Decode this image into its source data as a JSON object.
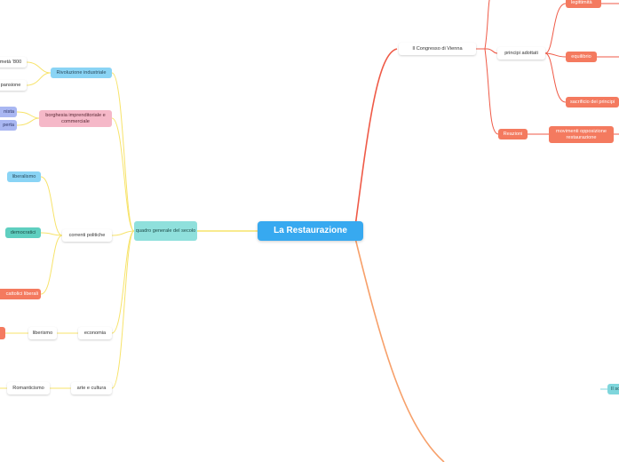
{
  "root": "La Restaurazione",
  "right": {
    "congress": "Il Congresso di Vienna",
    "principles": "principi adottati",
    "legitimacy": "legittimità",
    "balance": "equilibrio",
    "sacrifice": "sacrificio dei principi",
    "reactions": "Reazioni",
    "opposition": "movimenti opposizione restaurazione",
    "edge_label": "Il so"
  },
  "left": {
    "overview": "quadro generale del secolo",
    "industrial": "Rivoluzione industriale",
    "half1900": "metà '800",
    "expansion": "pansione",
    "bourgeoisie": "borghesia imprenditoriale e commerciale",
    "b_sub1": "nista",
    "b_sub2": "perta",
    "currents": "correnti politiche",
    "liberalism": "liberalismo",
    "democrats": "democratici",
    "catholics": "cattolici liberali",
    "economy": "economia",
    "liberism": "liberismo",
    "culture": "arte e cultura",
    "romanticism": "Romanticismo"
  },
  "colors": {
    "root": "#37a9f0",
    "right_branch": "#ef5a47",
    "bottom_branch": "#f7a06a",
    "left_branch": "#f7e36a"
  }
}
